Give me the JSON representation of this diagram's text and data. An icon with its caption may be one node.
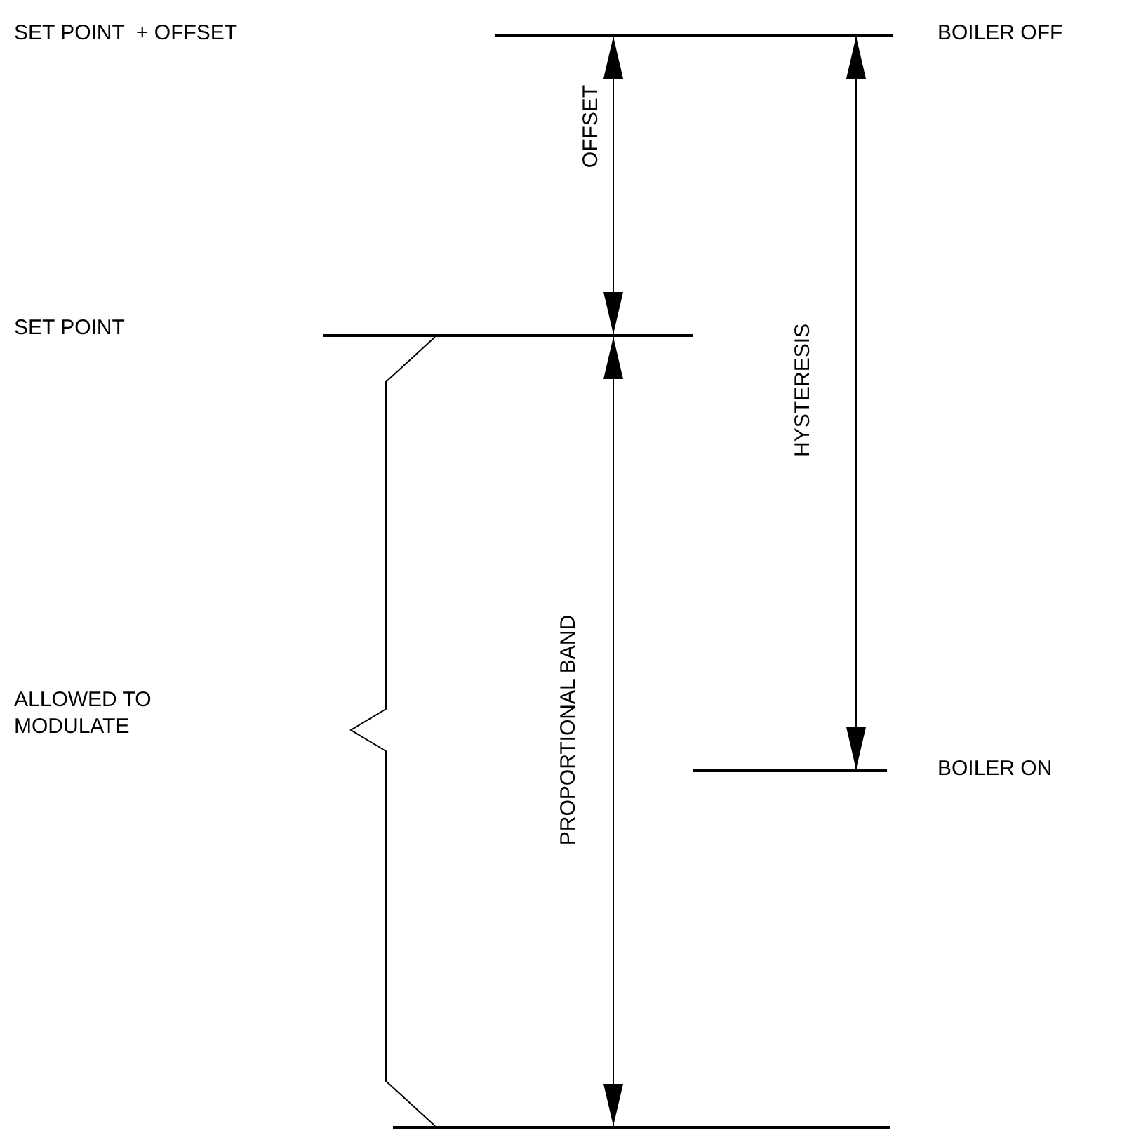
{
  "diagram": {
    "labels": [
      "SET POINT  + OFFSET",
      "BOILER OFF",
      "SET POINT",
      "ALLOWED TO MODULATE",
      "BOILER ON",
      "OFFSET",
      "HYSTERESIS",
      "PROPORTIONAL BAND"
    ]
  }
}
